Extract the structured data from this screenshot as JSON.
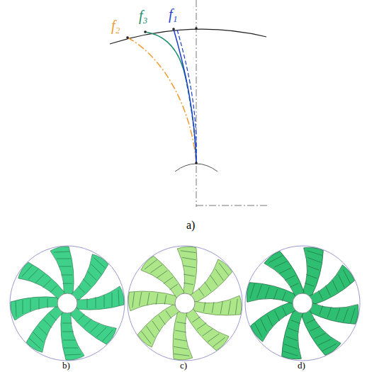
{
  "diagram": {
    "labels": [
      "f₃",
      "f₁",
      "f₂",
      "a)",
      "b)",
      "c)",
      "d)"
    ]
  }
}
